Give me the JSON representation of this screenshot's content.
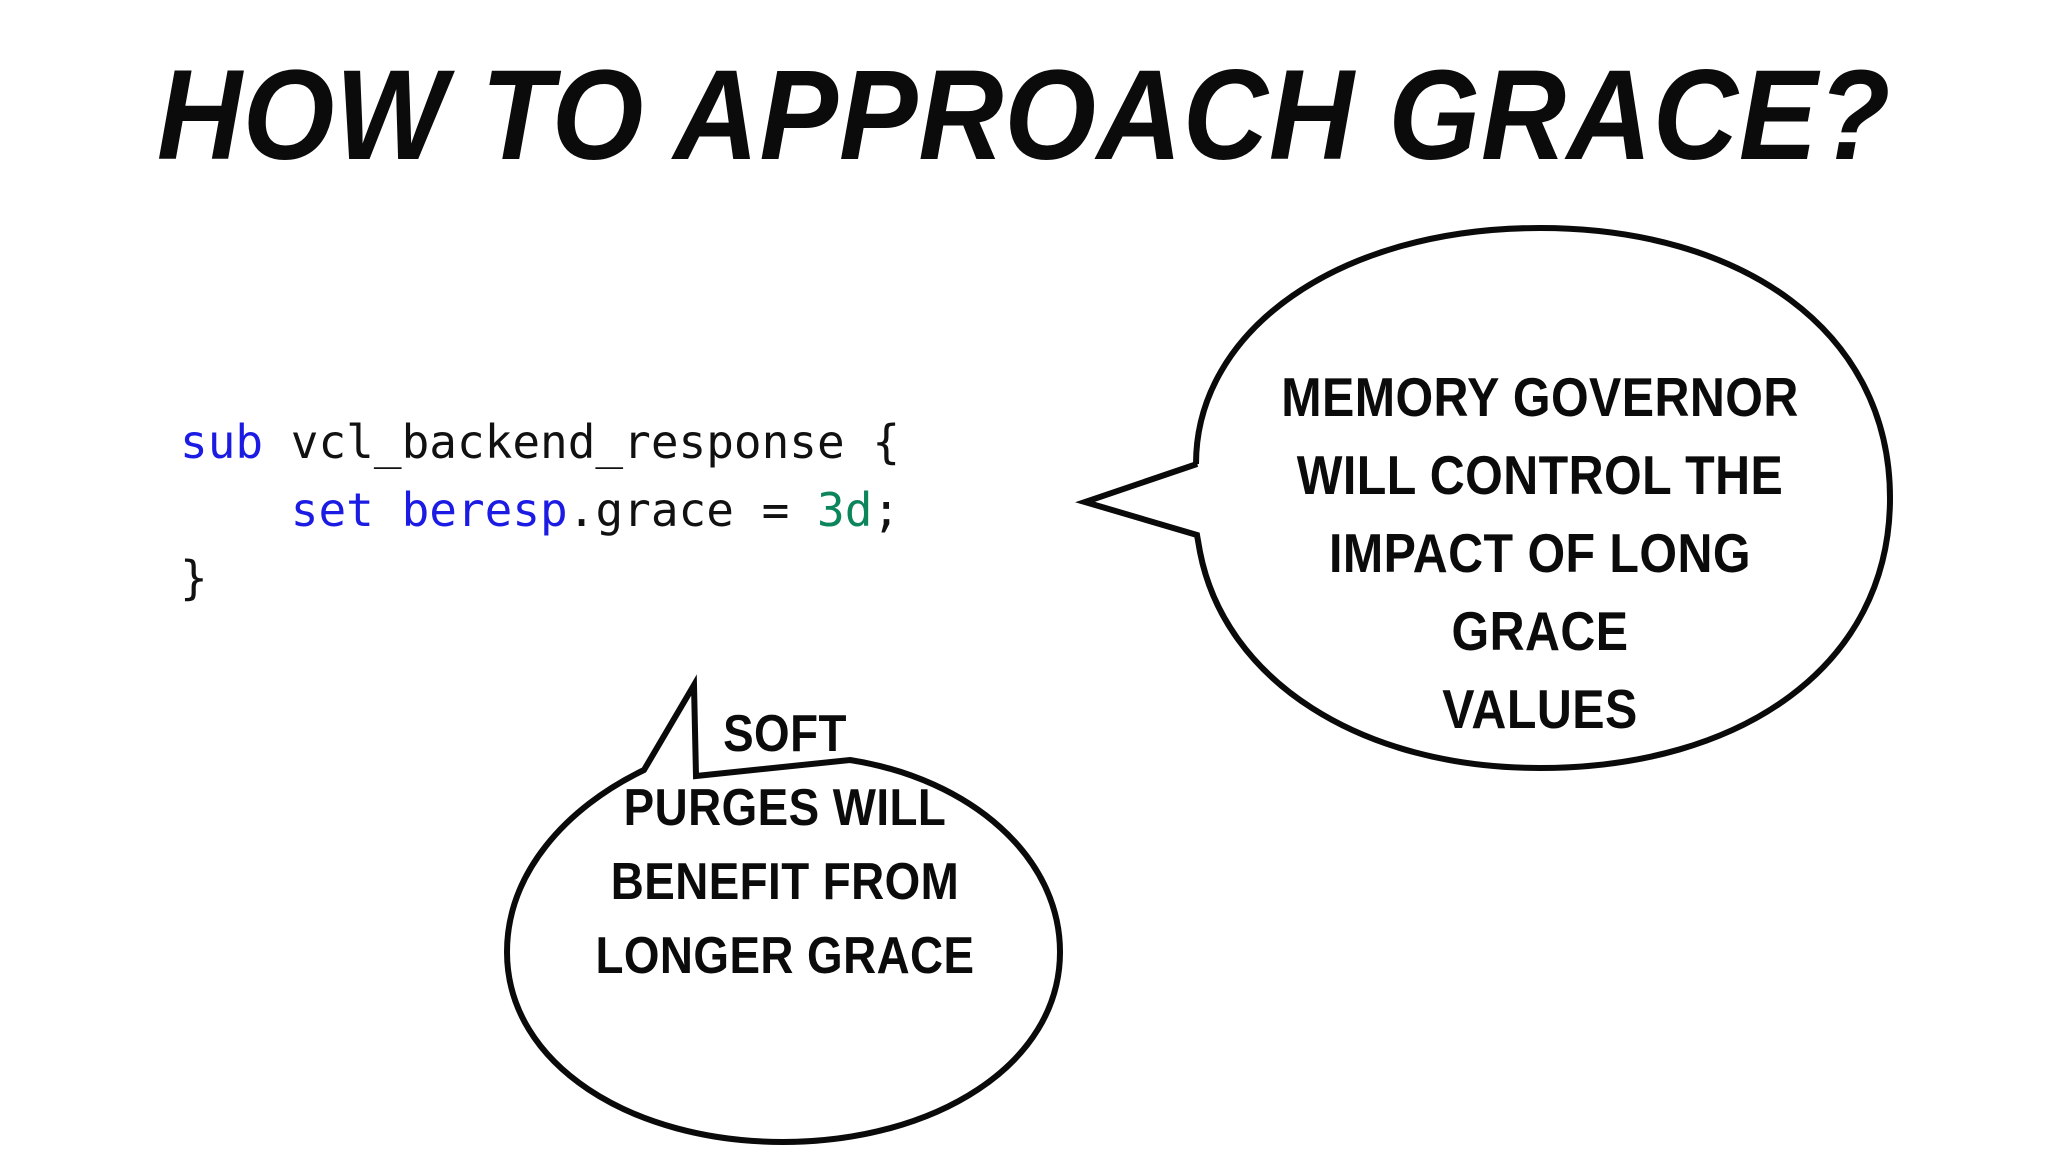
{
  "slide": {
    "title": "HOW TO APPROACH GRACE?",
    "background_color": "#ffffff",
    "text_color": "#0b0b0b"
  },
  "code": {
    "language": "vcl",
    "colors": {
      "keyword": "#1b1be4",
      "variable": "#1b1be4",
      "number": "#0d855b",
      "plain": "#111111"
    },
    "lines": [
      {
        "tokens": [
          {
            "text": "sub",
            "type": "keyword"
          },
          {
            "text": " vcl_backend_response {",
            "type": "plain"
          }
        ]
      },
      {
        "tokens": [
          {
            "text": "    ",
            "type": "plain"
          },
          {
            "text": "set",
            "type": "keyword"
          },
          {
            "text": " ",
            "type": "plain"
          },
          {
            "text": "beresp",
            "type": "variable"
          },
          {
            "text": ".grace = ",
            "type": "plain"
          },
          {
            "text": "3d",
            "type": "number"
          },
          {
            "text": ";",
            "type": "plain"
          }
        ]
      },
      {
        "tokens": [
          {
            "text": "}",
            "type": "plain"
          }
        ]
      }
    ],
    "plain_text": "sub vcl_backend_response {\n    set beresp.grace = 3d;\n}"
  },
  "bubbles": [
    {
      "id": "memory-governor",
      "lines": [
        "MEMORY GOVERNOR",
        "WILL CONTROL THE",
        "IMPACT OF LONG GRACE",
        "VALUES"
      ],
      "full_text": "MEMORY GOVERNOR WILL CONTROL THE IMPACT OF LONG GRACE VALUES",
      "tail_direction": "left",
      "stroke_color": "#0a0a0a",
      "fill_color": "#ffffff"
    },
    {
      "id": "soft-purges",
      "lines": [
        "SOFT",
        "PURGES WILL",
        "BENEFIT FROM",
        "LONGER GRACE"
      ],
      "full_text": "SOFT PURGES WILL BENEFIT FROM LONGER GRACE",
      "tail_direction": "up-left",
      "stroke_color": "#0a0a0a",
      "fill_color": "#ffffff"
    }
  ]
}
